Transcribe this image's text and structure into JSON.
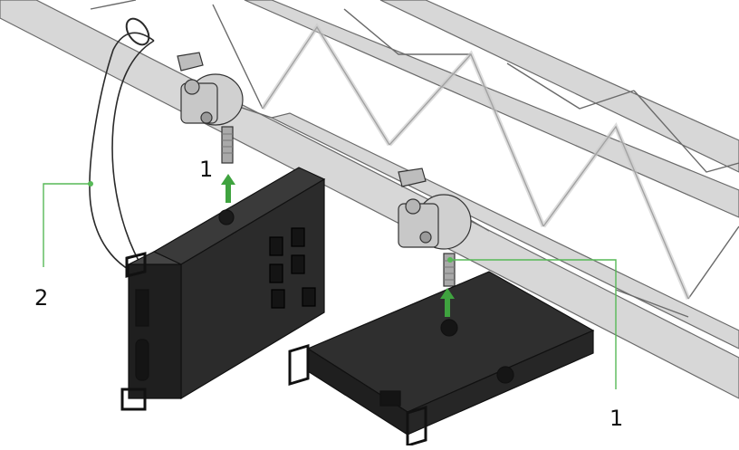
{
  "callouts": [
    {
      "id": "c1a",
      "label": "1"
    },
    {
      "id": "c2",
      "label": "2"
    },
    {
      "id": "c1b",
      "label": "1"
    }
  ],
  "colors": {
    "truss": "#d7d7d7",
    "truss_edge": "#6a6a6a",
    "unit_body": "#2b2b2b",
    "unit_dark": "#141414",
    "leader_line": "#57b957",
    "arrow": "#3fa33f"
  },
  "icons": {
    "arrow": "up-arrow-icon"
  }
}
